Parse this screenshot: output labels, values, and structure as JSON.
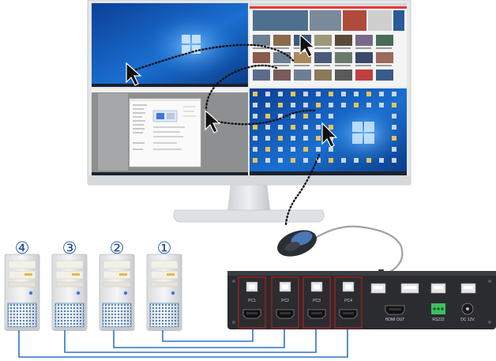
{
  "pcs": [
    {
      "number": "④"
    },
    {
      "number": "③"
    },
    {
      "number": "②"
    },
    {
      "number": "①"
    }
  ],
  "kvm": {
    "inputs": [
      {
        "label": "PC1"
      },
      {
        "label": "PC2"
      },
      {
        "label": "PC3"
      },
      {
        "label": "PC4"
      }
    ],
    "hdmi_out_label": "HDMI OUT",
    "rs232_label": "RS232",
    "power_label": "DC 12V"
  },
  "colors": {
    "cable_blue": "#2f73c4",
    "pc_number_blue": "#1a4f9c",
    "kvm_body": "#2a2c30",
    "port_outline": "#b71c1c",
    "monitor_frame": "#e4e6e8",
    "desktop_blue": "#0a4fae"
  },
  "icons": [
    "mouse-pointer-icon",
    "windows-logo-icon",
    "usb-port-icon",
    "hdmi-port-icon",
    "rs232-terminal-icon",
    "dc-power-icon"
  ]
}
